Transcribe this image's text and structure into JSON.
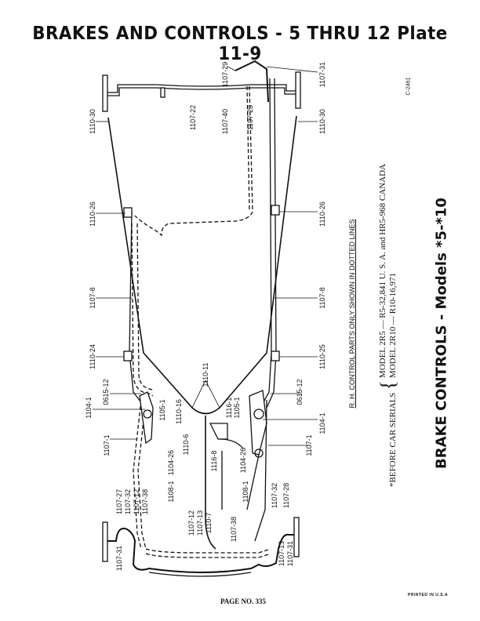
{
  "header": {
    "title": "BRAKES AND CONTROLS - 5 THRU 12 Plate 11-9"
  },
  "drawing": {
    "code": "C-2461",
    "labels": {
      "l1107_29": "1107-29",
      "l1107_31_top": "1107-31",
      "l1110_30_left": "1110-30",
      "l1107_22": "1107-22",
      "l1107_40": "1107-40",
      "l1107_23": "1107-23",
      "l1110_30_right": "1110-30",
      "l1110_26_left": "1110-26",
      "l1110_26_right": "1110-26",
      "l1107_8_left": "1107-8",
      "l1107_8_right": "1107-8",
      "l1110_24": "1110-24",
      "l1110_25": "1110-25",
      "l1110_11": "1110-11",
      "l0615_12_left": "0615-12",
      "l0615_12_right": "0615-12",
      "l1104_1_left": "1104-1",
      "l1104_1_right": "1104-1",
      "l1107_1_left": "1107-1",
      "l1107_1_right": "1107-1",
      "l1105_1_left": "1105-1",
      "l1105_1_right": "1105-1",
      "l1110_16": "1110-16",
      "l1116_1": "1116-1",
      "l1104_26_left": "1104-26",
      "l1104_26_right": "1104-26",
      "l1110_6": "1110-6",
      "l1116_8": "1116-8",
      "l1108_1_left": "1108-1",
      "l1108_1_right": "1108-1",
      "l1107_27": "1107-27",
      "l1107_32_left": "1107-32",
      "l1107_12_left": "1107-12",
      "l1107_38_left": "1107-38",
      "l1107_31_bl": "1107-31",
      "l1107_12_mid": "1107-12",
      "l1107_13_mid": "1107-13",
      "l1110_7": "1110-7",
      "l1107_38_right": "1107-38",
      "l1107_32_right": "1107-32",
      "l1107_28": "1107-28",
      "l1107_13_right": "1107-13",
      "l1107_31_br": "1107-31"
    }
  },
  "notes": {
    "rh_note": "R. H. CONTROL PARTS ONLY SHOWN IN DOTTED LINES",
    "serials_prefix": "*BEFORE CAR SERIALS",
    "serial_line1": "MODEL 2R5 — R5-32,841 U. S. A. and HR5-968 CANADA",
    "serial_line2": "MODEL 2R10 — R10-16,971",
    "section_title": "BRAKE CONTROLS - Models *5-*10"
  },
  "footer": {
    "page": "PAGE NO. 335",
    "printed": "PRINTED IN U.S.A"
  }
}
